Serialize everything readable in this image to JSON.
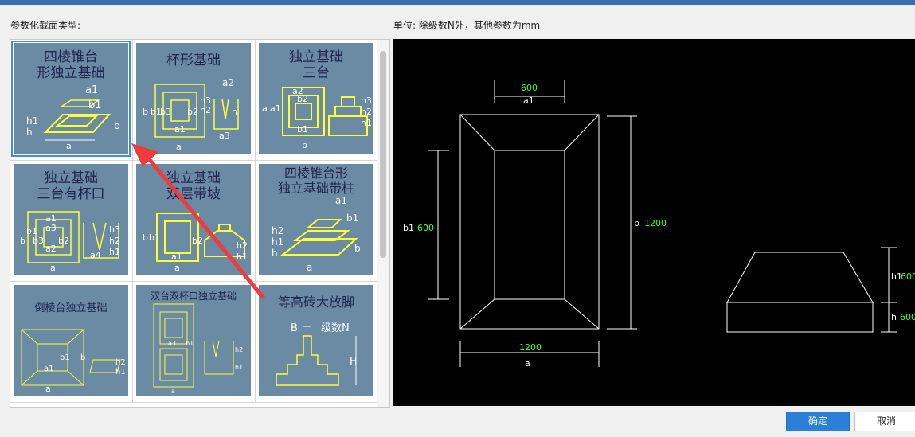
{
  "dialog": {
    "section_label": "参数化截面类型:",
    "unit_label": "单位:    除级数N外，其他参数为mm",
    "ok_label": "确定",
    "cancel_label": "取消"
  },
  "gallery": {
    "items": [
      {
        "title": "四棱锥台\n形独立基础",
        "labels": [
          "a1",
          "b1",
          "h1",
          "h",
          "a",
          "b"
        ],
        "selected": true
      },
      {
        "title": "杯形基础",
        "labels": [
          "a2",
          "h3",
          "h2",
          "h",
          "a3",
          "a1",
          "b",
          "b1",
          "b3",
          "b2",
          "a"
        ],
        "selected": false
      },
      {
        "title": "独立基础\n三台",
        "labels": [
          "a2",
          "b2",
          "h3",
          "h2",
          "h1",
          "a1",
          "a",
          "b1",
          "b"
        ],
        "selected": false
      },
      {
        "title": "独立基础\n三台有杯口",
        "labels": [
          "a1",
          "a3",
          "b1",
          "b3",
          "b2",
          "a2",
          "a4",
          "h3",
          "h2",
          "h1",
          "b",
          "a"
        ],
        "selected": false
      },
      {
        "title": "独立基础\n双层带坡",
        "labels": [
          "b1",
          "b",
          "b2",
          "h2",
          "h1",
          "a1",
          "a"
        ],
        "selected": false
      },
      {
        "title": "四棱锥台形\n独立基础带柱",
        "labels": [
          "a1",
          "b1",
          "h2",
          "h1",
          "h",
          "b",
          "a"
        ],
        "selected": false
      },
      {
        "title": "倒棱台独立基础",
        "labels": [
          "b1",
          "a1",
          "a",
          "b",
          "h2",
          "h1"
        ],
        "selected": false
      },
      {
        "title": "双台双杯口独立基础",
        "labels": [
          "a3",
          "b1",
          "h2",
          "h1",
          "a"
        ],
        "selected": false
      },
      {
        "title": "等高砖大放脚",
        "labels": [
          "B",
          "级数N",
          "H"
        ],
        "selected": false
      }
    ]
  },
  "preview": {
    "top_dim_value": "600",
    "top_dim_label": "a1",
    "left_dim_label": "b1",
    "left_dim_value": "600",
    "right_dim_label": "b",
    "right_dim_value": "1200",
    "bottom_dim_value": "1200",
    "bottom_dim_label": "a",
    "side_h1_label": "h1",
    "side_h1_value": "600",
    "side_h_label": "h",
    "side_h_value": "600",
    "line_color": "#ffffff",
    "value_color": "#39ff39"
  },
  "colors": {
    "accent": "#2b7fd8",
    "thumb_bg": "#6b8aa4",
    "thumb_line": "#ffff33",
    "arrow": "#ee3b3b"
  }
}
